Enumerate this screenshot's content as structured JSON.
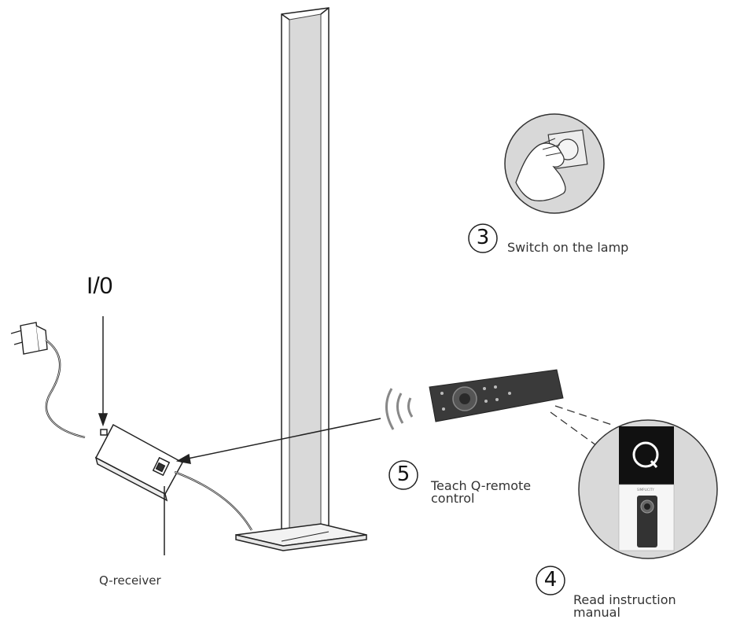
{
  "labels": {
    "switch_symbol": "I/0",
    "receiver": "Q-receiver",
    "step3": {
      "number": "3",
      "text": "Switch on the lamp"
    },
    "step4": {
      "number": "4",
      "text": "Read instruction manual"
    },
    "step5": {
      "number": "5",
      "text": "Teach Q-remote control"
    }
  },
  "manual": {
    "brand_mark": "Q",
    "brand_small": "SIMPLICITY"
  }
}
